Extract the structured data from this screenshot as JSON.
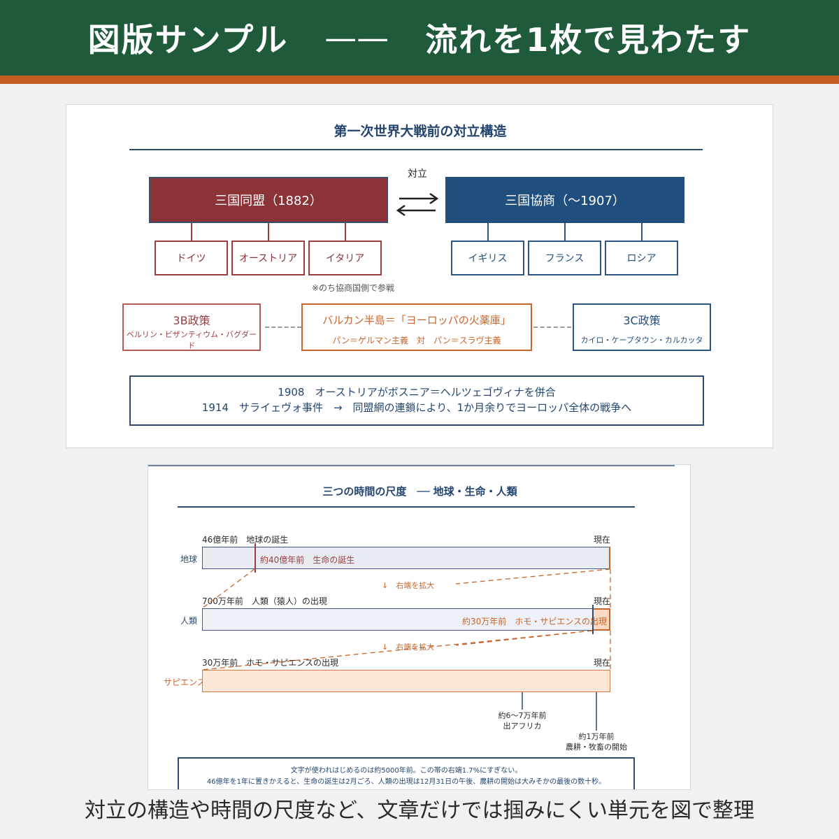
{
  "header": {
    "title": "図版サンプル",
    "separator": "——",
    "subtitle": "流れを1枚で見わたす",
    "bg_color": "#1f5a3b",
    "stripe_color": "#c45c20"
  },
  "diagram1": {
    "title": "第一次世界大戦前の対立構造",
    "versus_label": "対立",
    "triple_alliance": {
      "label": "三国同盟（1882）",
      "members": [
        "ドイツ",
        "オーストリア",
        "イタリア"
      ],
      "note": "※のち協商国側で参戦"
    },
    "triple_entente": {
      "label": "三国協商（〜1907）",
      "members": [
        "イギリス",
        "フランス",
        "ロシア"
      ]
    },
    "policy_3b": {
      "title": "3B政策",
      "sub": "ベルリン・ビザンティウム・バグダード"
    },
    "balkan": {
      "title": "バルカン半島＝「ヨーロッパの火薬庫」",
      "sub": "パン＝ゲルマン主義　対　パン＝スラヴ主義"
    },
    "policy_3c": {
      "title": "3C政策",
      "sub": "カイロ・ケープタウン・カルカッタ"
    },
    "events": [
      "1908　オーストリアがボスニア＝ヘルツェゴヴィナを併合",
      "1914　サライェヴォ事件　→　同盟網の連鎖により、1か月余りでヨーロッパ全体の戦争へ"
    ],
    "colors": {
      "alliance": "#8c3338",
      "entente": "#214f7d",
      "balkan": "#c8652a"
    }
  },
  "diagram2": {
    "title": "三つの時間の尺度　── 地球・生命・人類",
    "zoom_label": "↓　右端を拡大",
    "now_label": "現在",
    "rows": [
      {
        "name": "地球",
        "start_label": "46億年前　地球の誕生",
        "marker_label": "約40億年前　生命の誕生"
      },
      {
        "name": "人類",
        "start_label": "700万年前　人類（猿人）の出現",
        "marker_label": "約30万年前　ホモ・サピエンスの出現"
      },
      {
        "name": "サピエンス",
        "start_label": "30万年前　ホモ・サピエンスの出現"
      }
    ],
    "events_below": [
      {
        "line1": "約6〜7万年前",
        "line2": "出アフリカ"
      },
      {
        "line1": "約1万年前",
        "line2": "農耕・牧畜の開始"
      }
    ],
    "note_lines": [
      "文字が使われはじめるのは約5000年前。この帯の右端1.7%にすぎない。",
      "46億年を1年に置きかえると、生命の誕生は2月ごろ、人類の出現は12月31日の午後、農耕の開始は大みそかの最後の数十秒。"
    ]
  },
  "caption": "対立の構造や時間の尺度など、文章だけでは掴みにくい単元を図で整理"
}
